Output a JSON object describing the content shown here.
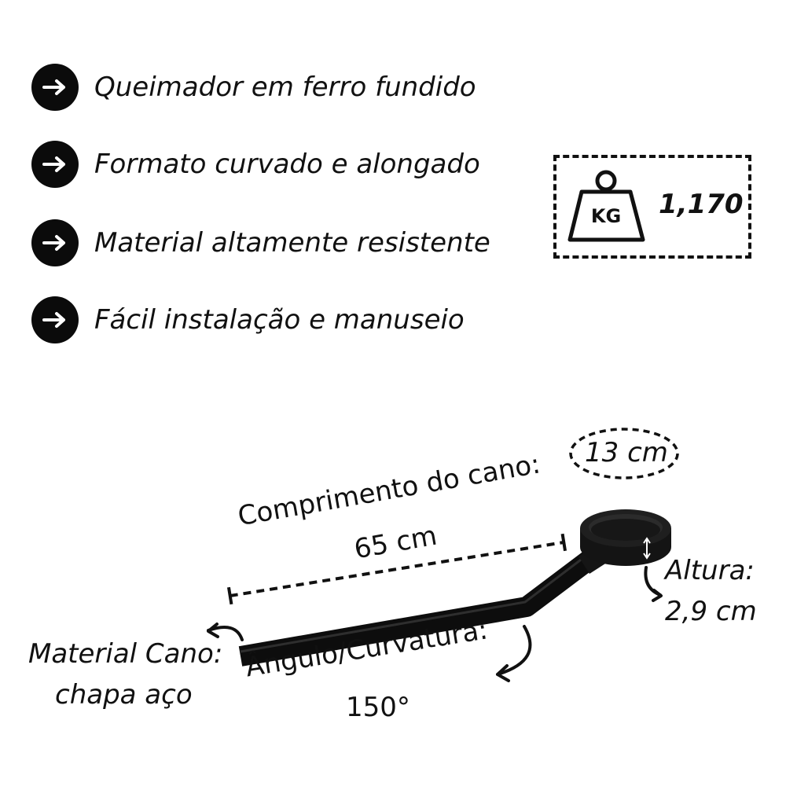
{
  "features": [
    {
      "label": "Queimador em ferro fundido",
      "icon": "arrow-right-icon"
    },
    {
      "label": "Formato curvado e alongado",
      "icon": "arrow-right-icon"
    },
    {
      "label": "Material altamente resistente",
      "icon": "arrow-right-icon"
    },
    {
      "label": "Fácil instalação e manuseio",
      "icon": "arrow-right-icon"
    }
  ],
  "weight": {
    "unit": "KG",
    "value": "1,170",
    "icon": "weight-icon"
  },
  "dimensions": {
    "diameter": "13 cm",
    "length_label": "Comprimento do cano:",
    "length_value": "65 cm",
    "height_label": "Altura:",
    "height_value": "2,9 cm",
    "material_label": "Material Cano:",
    "material_value": "chapa aço",
    "angle_label": "Ângulo/Curvatura:",
    "angle_value": "150°"
  },
  "colors": {
    "ink": "#111111",
    "background": "#ffffff",
    "product": "#1a1a1a"
  }
}
